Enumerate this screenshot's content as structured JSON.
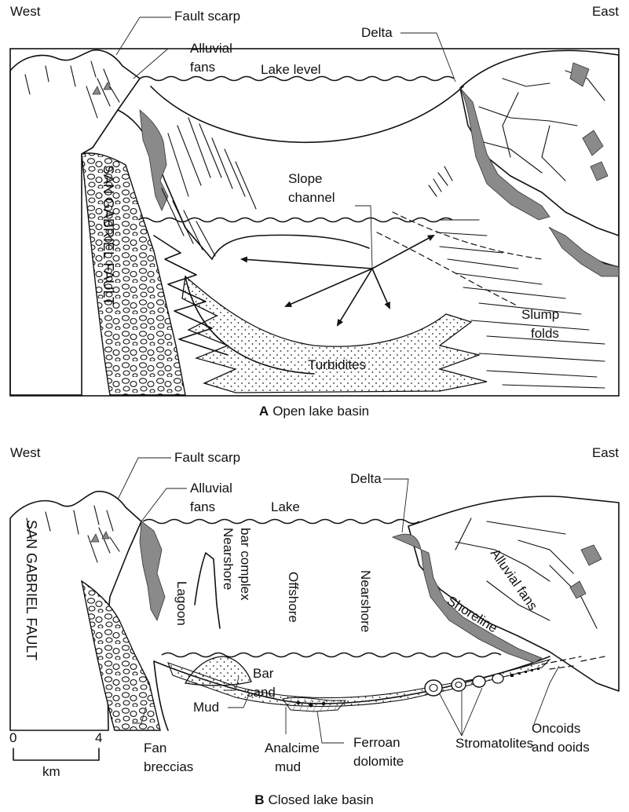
{
  "panel_a": {
    "west": "West",
    "east": "East",
    "fault_scarp": "Fault scarp",
    "alluvial_fans": [
      "Alluvial",
      "fans"
    ],
    "lake_level": "Lake level",
    "delta": "Delta",
    "slope_channel": [
      "Slope",
      "channel"
    ],
    "fault_name": "SAN GABRIEL FAULT",
    "slump_folds": [
      "Slump",
      "folds"
    ],
    "turbidites": "Turbidites",
    "caption_letter": "A",
    "caption_text": "Open lake basin"
  },
  "panel_b": {
    "west": "West",
    "east": "East",
    "fault_scarp": "Fault scarp",
    "alluvial_fans": [
      "Alluvial",
      "fans"
    ],
    "lake": "Lake",
    "delta": "Delta",
    "fault_name": "SAN GABRIEL FAULT",
    "lagoon": "Lagoon",
    "nearshore_bar": [
      "Nearshore",
      "bar complex"
    ],
    "offshore": "Offshore",
    "nearshore": "Nearshore",
    "alluvial_fans_slope": "Alluvial fans",
    "shoreline": "Shoreline",
    "bar_sand": [
      "Bar",
      "sand"
    ],
    "mud": "Mud",
    "oncoids": [
      "Oncoids",
      "and ooids"
    ],
    "fan_breccias": [
      "Fan",
      "breccias"
    ],
    "analcime_mud": [
      "Analcime",
      "mud"
    ],
    "ferroan_dolomite": [
      "Ferroan",
      "dolomite"
    ],
    "stromatolites": "Stromatolites",
    "caption_letter": "B",
    "caption_text": "Closed lake basin"
  },
  "scale_bar": {
    "start": "0",
    "end": "4",
    "unit": "km"
  }
}
